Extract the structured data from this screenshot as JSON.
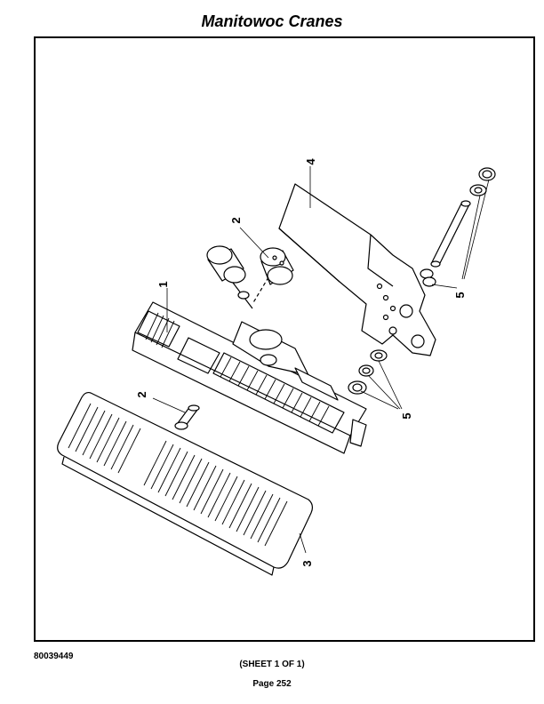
{
  "header": {
    "title": "Manitowoc Cranes"
  },
  "footer": {
    "doc_number": "80039449",
    "sheet": "(SHEET 1 OF 1)",
    "page": "Page 252"
  },
  "callouts": {
    "c1": "1",
    "c2a": "2",
    "c2b": "2",
    "c3": "3",
    "c4": "4",
    "c5a": "5",
    "c5b": "5"
  }
}
